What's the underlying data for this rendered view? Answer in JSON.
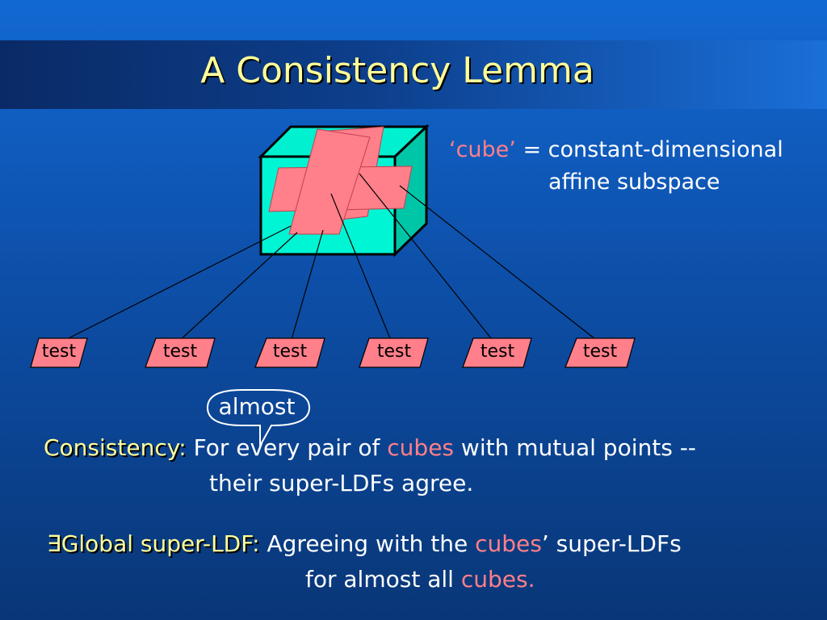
{
  "slide": {
    "title": "A Consistency Lemma",
    "definition": {
      "term": "‘cube’",
      "equals": " = constant-dimensional",
      "continuation": "affine subspace"
    },
    "tests": [
      "test",
      "test",
      "test",
      "test",
      "test",
      "test"
    ],
    "callout": "almost",
    "consistency": {
      "label": "Consistency:",
      "line1_a": "For every pair of ",
      "line1_red": "cubes",
      "line1_b": " with mutual points --",
      "line2": "their super-LDFs agree."
    },
    "global": {
      "label": "∃Global super-LDF:",
      "line1_a": "Agreeing with the ",
      "line1_red": "cubes",
      "line1_b": "’ super-LDFs",
      "line2_a": "for almost all ",
      "line2_red": "cubes",
      "line2_b": "."
    }
  },
  "colors": {
    "title": "#ffff9a",
    "accent_red": "#ff7f8a",
    "cube_fill": "#00f0d0",
    "plane_fill": "#ff7f8a"
  }
}
